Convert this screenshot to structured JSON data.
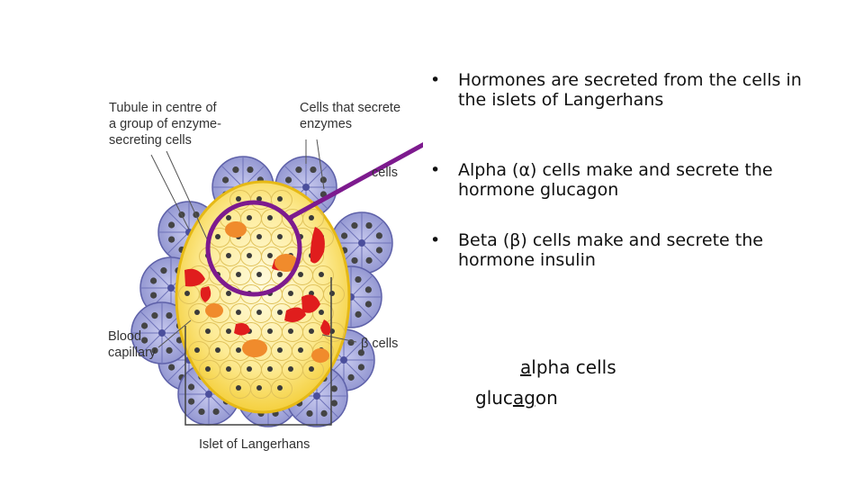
{
  "diagram": {
    "labels": {
      "tubule": [
        "Tubule in centre of",
        "a group of enzyme-",
        "secreting cells"
      ],
      "enzyme_cells": [
        "Cells that secrete",
        "enzymes"
      ],
      "alpha_cells_partial": "cells",
      "beta_cells": "β cells",
      "blood_capillary": [
        "Blood",
        "capillary"
      ],
      "islet": "Islet of Langerhans"
    },
    "colors": {
      "acinar": "#a7a9dc",
      "islet": "#fbe38a",
      "capillary": "#e01d1d",
      "alpha_highlight": "#f08b2c",
      "circle_pointer": "#7d1a8e"
    }
  },
  "bullets": [
    "Hormones are secreted from the cells in the islets of Langerhans",
    "Alpha (α) cells make and secrete the hormone glucagon",
    "Beta (β) cells make and secrete the hormone insulin"
  ],
  "notes": {
    "alpha_line": {
      "underlined": "a",
      "rest": "lpha cells"
    },
    "glucagon_line": {
      "before": "gluc",
      "underlined": "ag",
      "after": "on"
    }
  }
}
